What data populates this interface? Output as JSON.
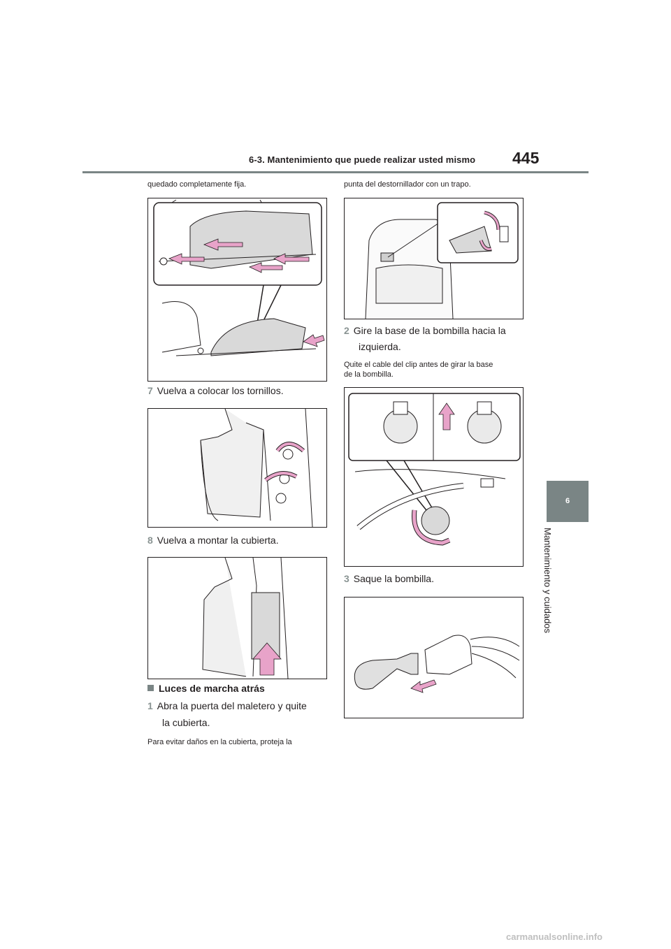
{
  "header": {
    "section_title": "6-3. Mantenimiento que puede realizar usted mismo",
    "page_number": "445"
  },
  "side_tab": {
    "chapter_number": "6",
    "chapter_label": "Mantenimiento y cuidados"
  },
  "left_column": {
    "intro_text": "quedado completamente fija.",
    "step7": {
      "number": "7",
      "text": "Vuelva a colocar los tornillos."
    },
    "step8": {
      "number": "8",
      "text": "Vuelva a montar la cubierta."
    },
    "section_heading": "Luces de marcha atrás",
    "step1_line1": "Abra la puerta del maletero y quite",
    "step1_line2": "la cubierta.",
    "step1_number": "1",
    "note": "Para evitar daños en la cubierta, proteja la"
  },
  "right_column": {
    "intro_text": "punta del destornillador con un trapo.",
    "step2": {
      "number": "2",
      "line1": "Gire la base de la bombilla hacia la",
      "line2": "izquierda."
    },
    "note_line1": "Quite el cable del clip antes de girar la base",
    "note_line2": "de la bombilla.",
    "step3": {
      "number": "3",
      "text": "Saque la bombilla."
    }
  },
  "watermark": "carmanualsonline.info",
  "colors": {
    "accent_gray": "#7a8585",
    "arrow_pink": "#e8a3c9",
    "step_number": "#8a9493"
  }
}
